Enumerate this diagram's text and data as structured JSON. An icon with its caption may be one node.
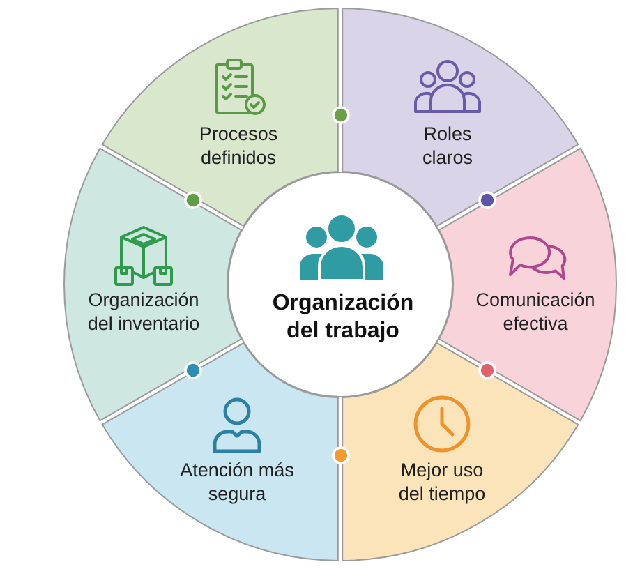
{
  "diagram": {
    "nodes": [
      {
        "text": [
          "Organización del trabajo"
        ]
      },
      {
        "text": [
          "Procesos definidos"
        ]
      },
      {
        "text": [
          "Roles claros"
        ]
      },
      {
        "text": [
          "Comunicación efectiva"
        ]
      },
      {
        "text": [
          "Mejor uso del tiempo"
        ]
      },
      {
        "text": [
          "Atención más segura"
        ]
      },
      {
        "text": [
          "Organización del inventario"
        ]
      }
    ]
  }
}
